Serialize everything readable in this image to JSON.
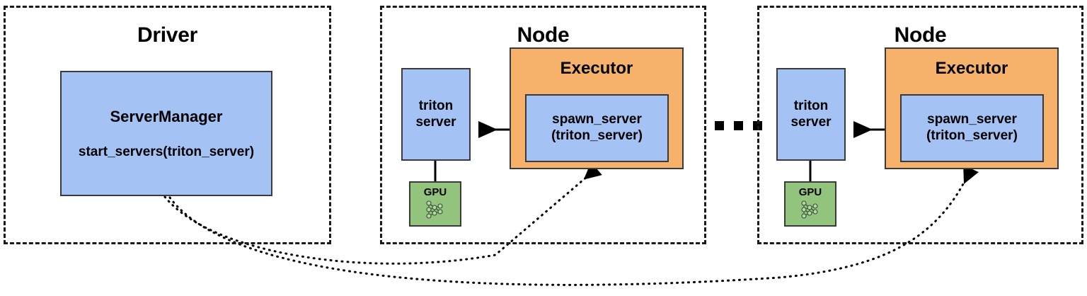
{
  "diagram": {
    "title_driver": "Driver",
    "title_node": "Node",
    "ellipsis": "■ ■ ■",
    "colors": {
      "blue": "#a4c2f4",
      "orange": "#f6b26b",
      "green": "#93c47d",
      "border": "#3a3a3a",
      "dashed_border": "#1a1a1a",
      "background": "#ffffff",
      "line": "#000000"
    }
  },
  "driver": {
    "label": "Driver",
    "server_manager": {
      "title": "ServerManager",
      "method": "start_servers(triton_server)"
    }
  },
  "nodes": [
    {
      "label": "Node",
      "triton_server": {
        "line1": "triton",
        "line2": "server"
      },
      "gpu": {
        "label": "GPU",
        "icon": "neural-network-icon"
      },
      "executor": {
        "title": "Executor",
        "spawn": {
          "line1": "spawn_server",
          "line2": "(triton_server)"
        }
      }
    },
    {
      "label": "Node",
      "triton_server": {
        "line1": "triton",
        "line2": "server"
      },
      "gpu": {
        "label": "GPU",
        "icon": "neural-network-icon"
      },
      "executor": {
        "title": "Executor",
        "spawn": {
          "line1": "spawn_server",
          "line2": "(triton_server)"
        }
      }
    }
  ]
}
